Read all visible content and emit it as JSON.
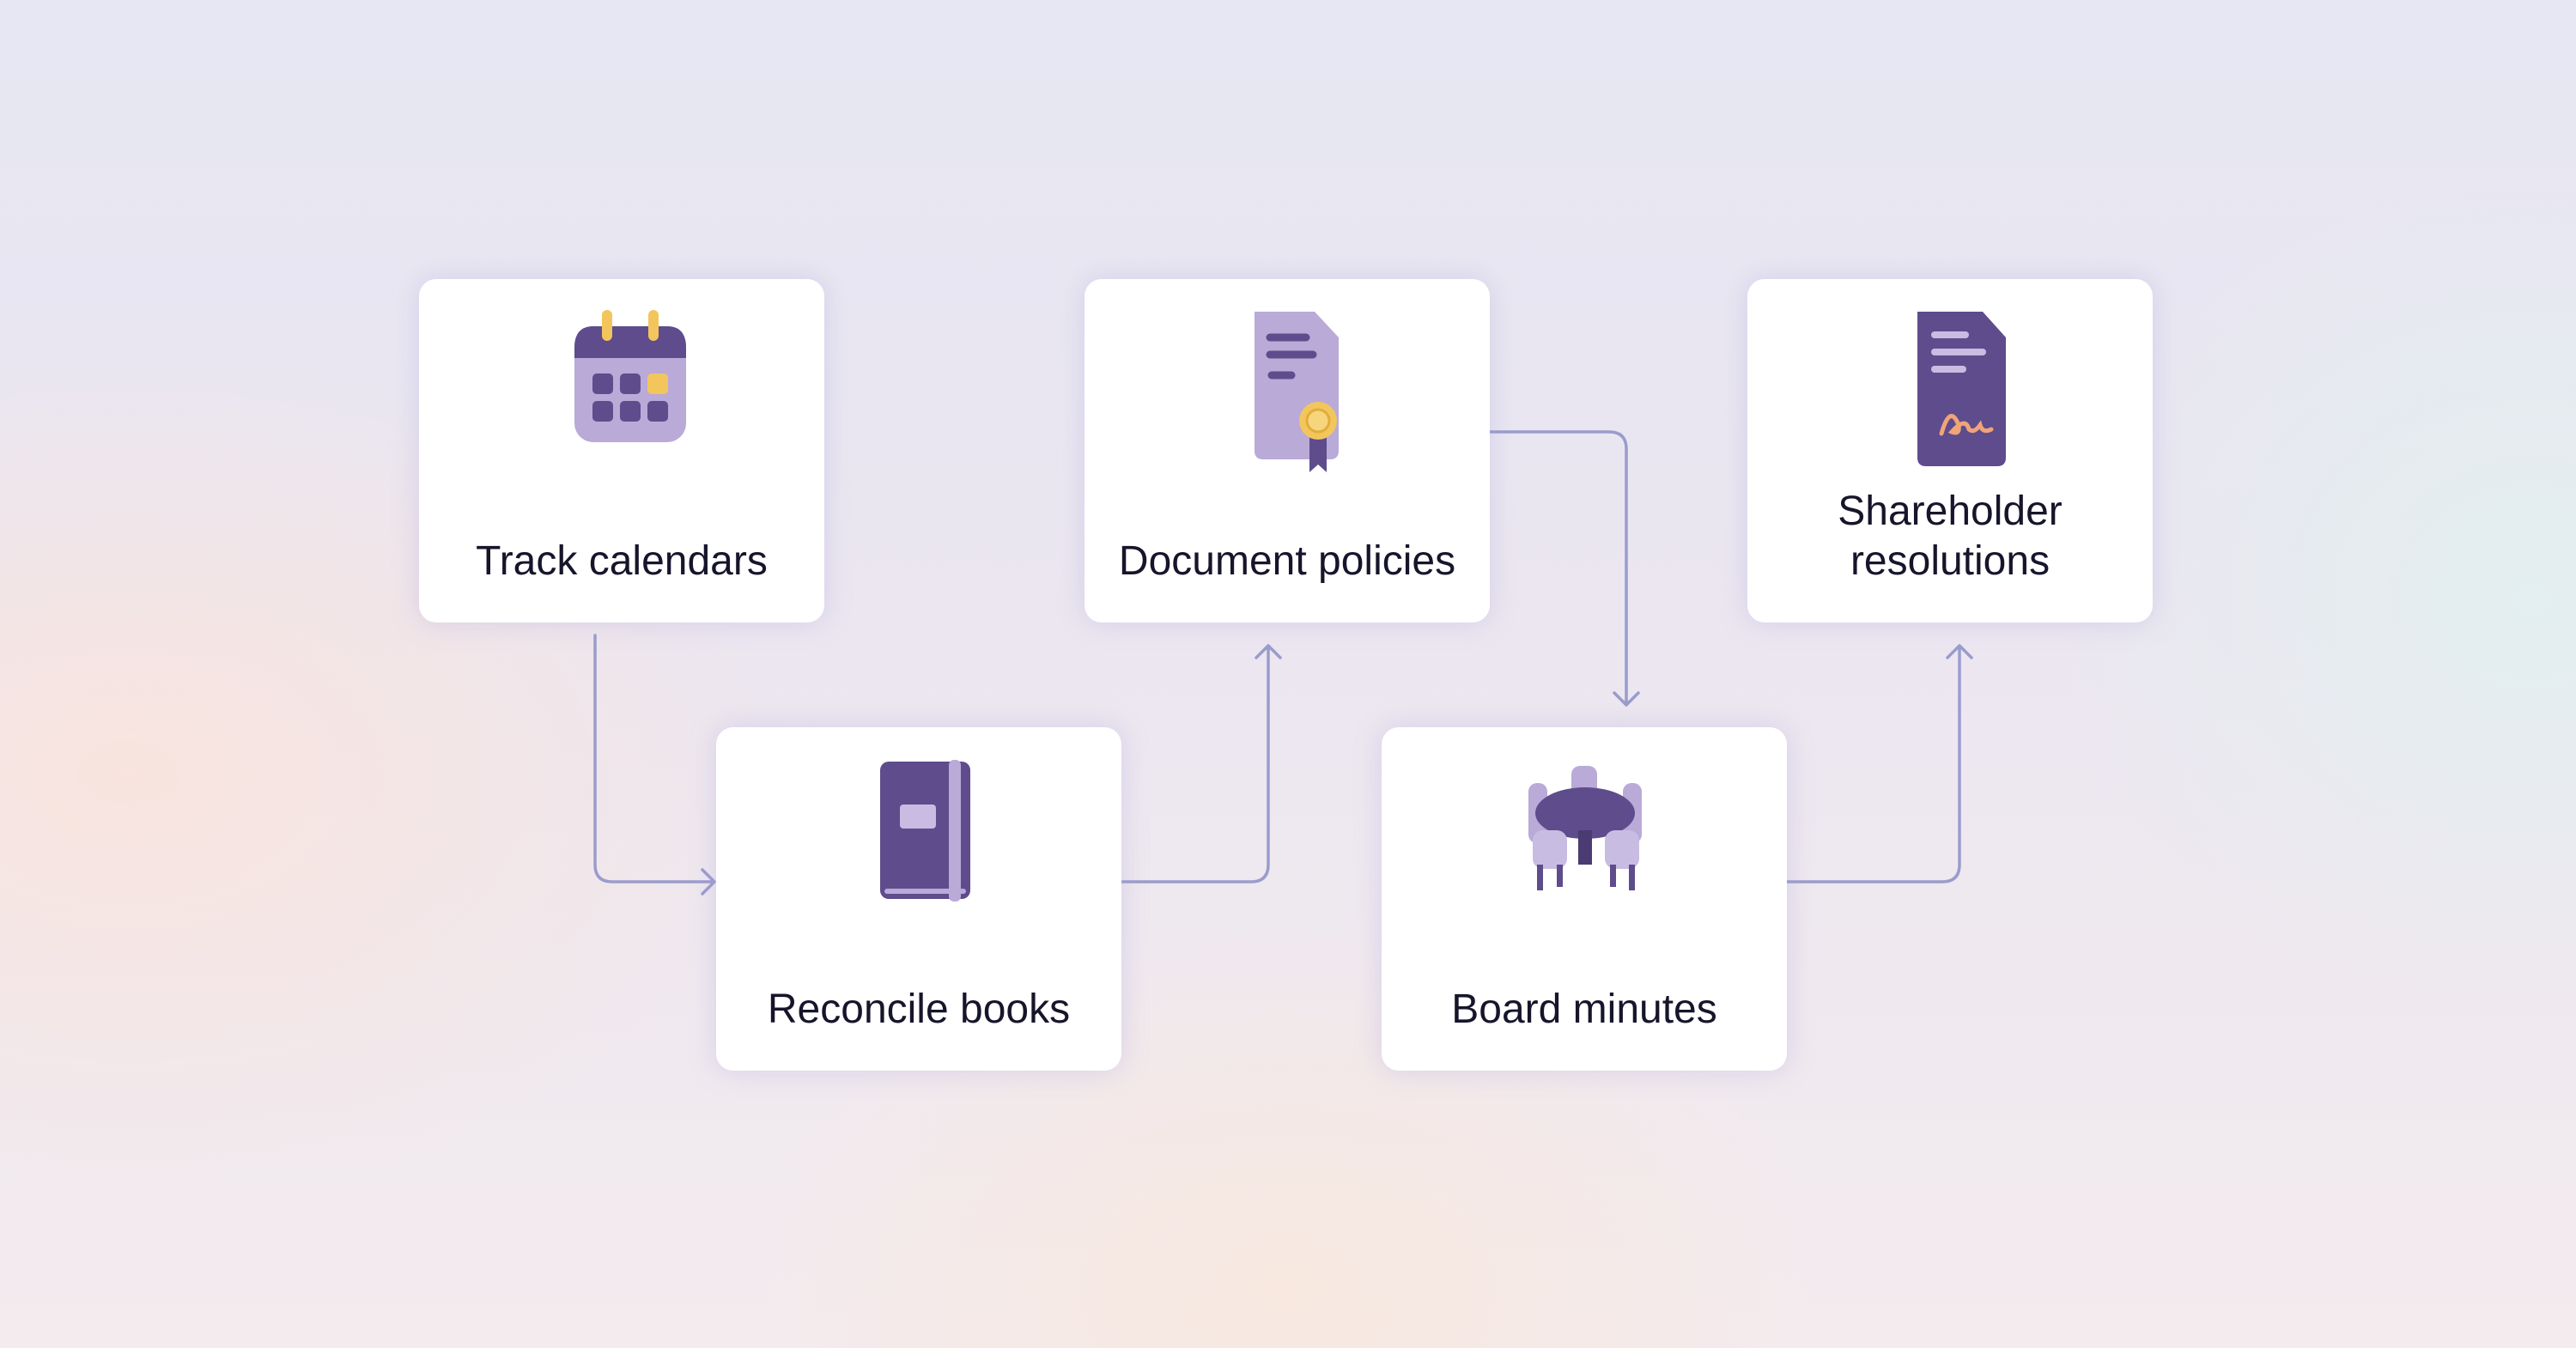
{
  "steps": [
    {
      "label": "Track calendars",
      "icon": "calendar-icon"
    },
    {
      "label": "Reconcile books",
      "icon": "book-icon"
    },
    {
      "label": "Document policies",
      "icon": "certificate-document-icon"
    },
    {
      "label": "Board minutes",
      "icon": "meeting-table-icon"
    },
    {
      "label_line1": "Shareholder",
      "label_line2": "resolutions",
      "icon": "signed-document-icon"
    }
  ],
  "colors": {
    "accent": "#5e4c8c",
    "light": "#b9aad8",
    "gold": "#f2c65c",
    "connector": "#9a9ccc",
    "text": "#16152b"
  }
}
